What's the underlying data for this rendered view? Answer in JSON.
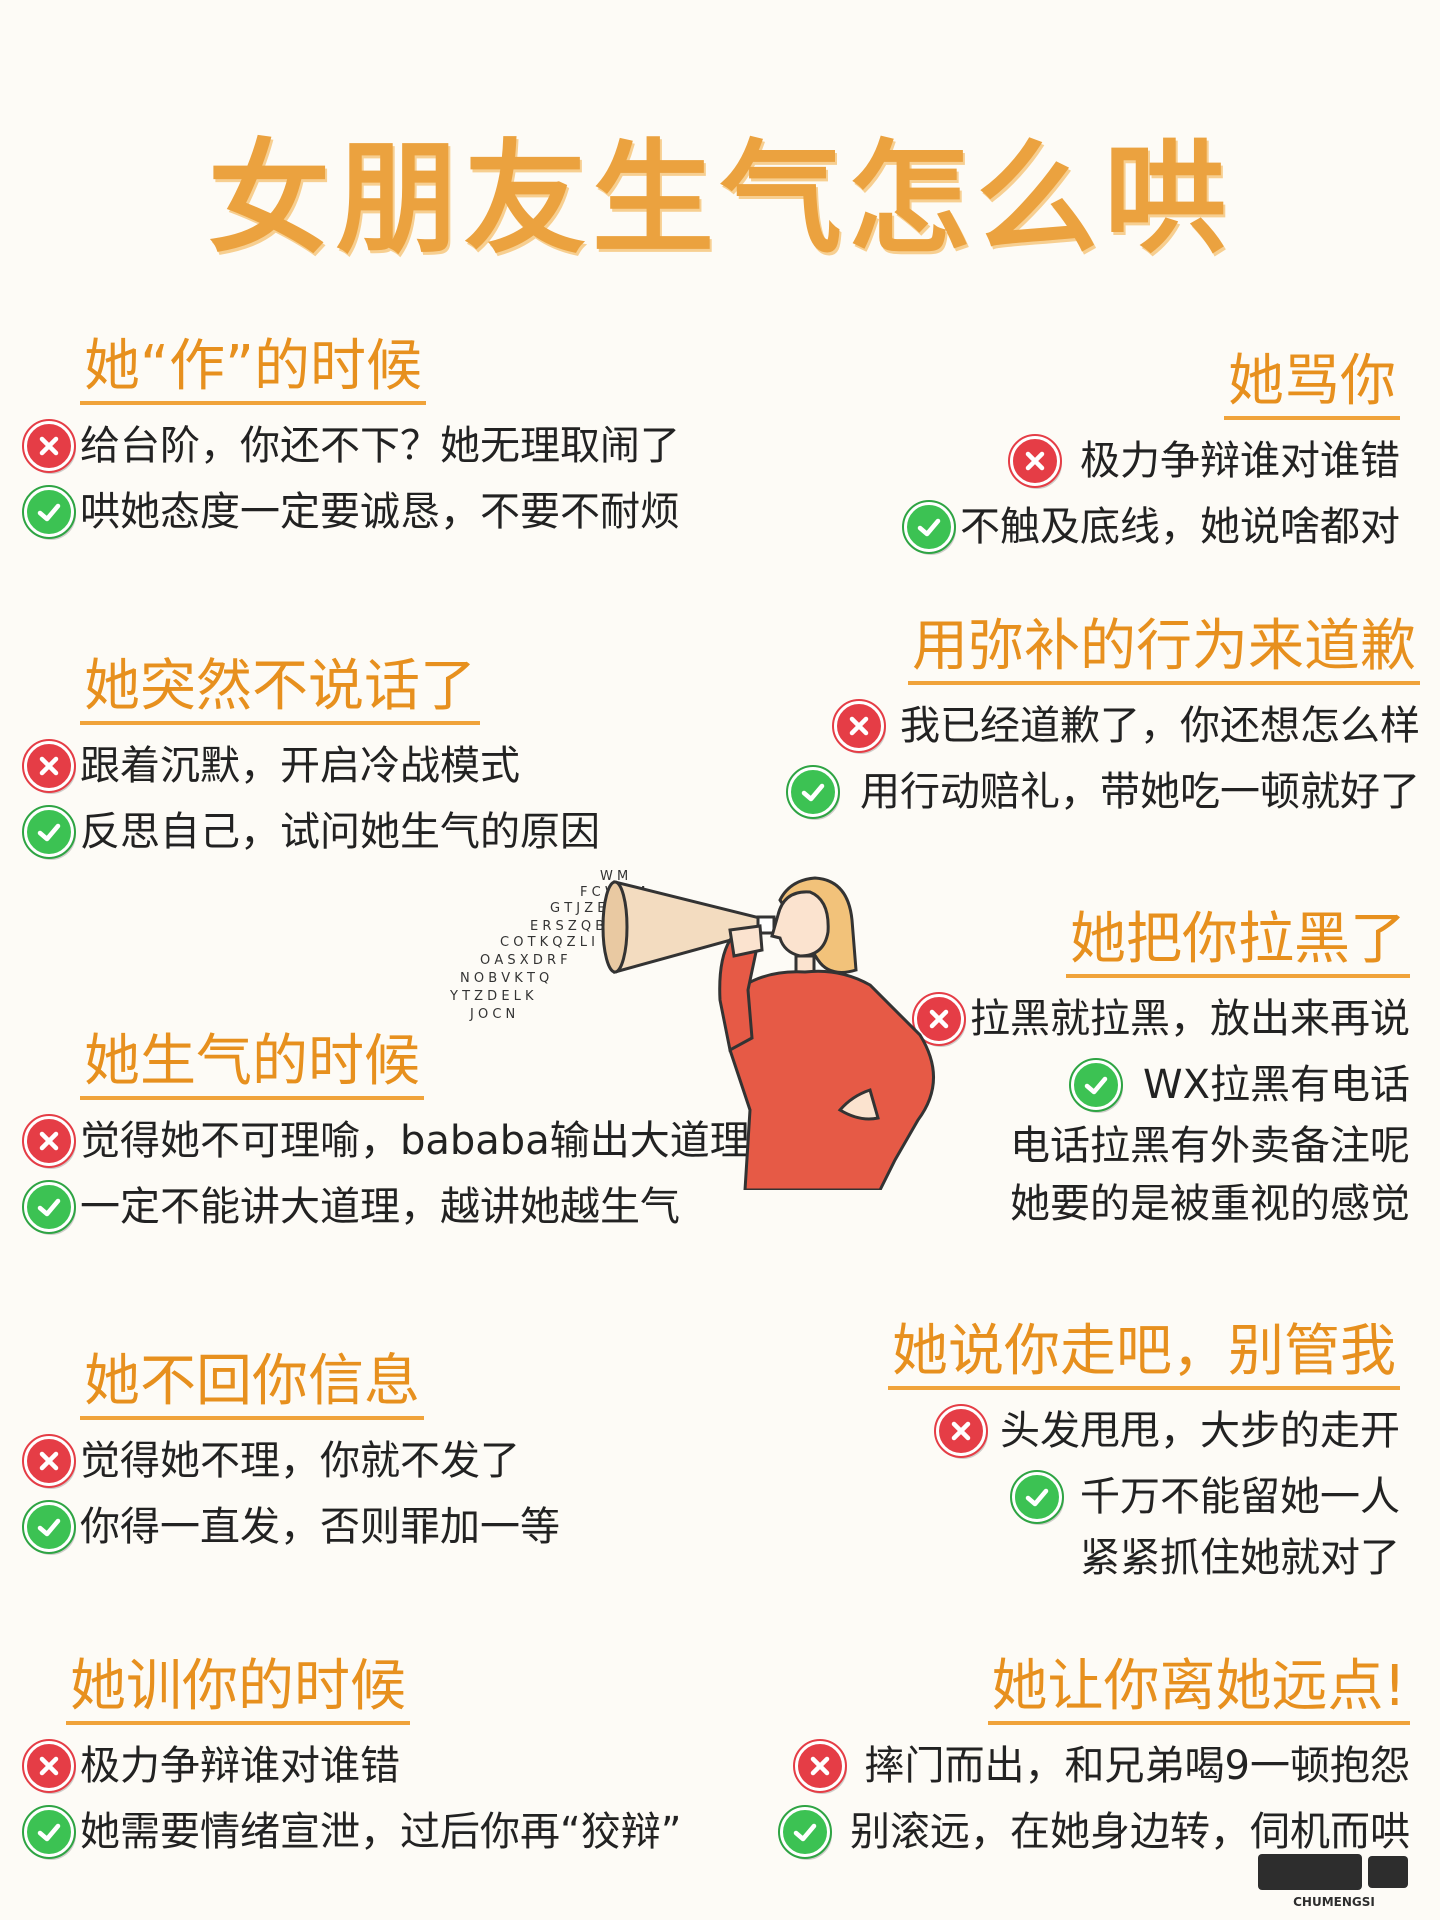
{
  "title": "女朋友生气怎么哄",
  "sections": [
    {
      "heading": "她“作”的时候",
      "items": [
        {
          "type": "x",
          "text": "给台阶，你还不下？她无理取闹了"
        },
        {
          "type": "ok",
          "text": "哄她态度一定要诚恳，不要不耐烦"
        }
      ]
    },
    {
      "heading": "她骂你",
      "items": [
        {
          "type": "x",
          "text": "极力争辩谁对谁错"
        },
        {
          "type": "ok",
          "text": "不触及底线，她说啥都对"
        }
      ]
    },
    {
      "heading": "用弥补的行为来道歉",
      "items": [
        {
          "type": "x",
          "text": "我已经道歉了，你还想怎么样"
        },
        {
          "type": "ok",
          "text": "用行动赔礼，带她吃一顿就好了"
        }
      ]
    },
    {
      "heading": "她突然不说话了",
      "items": [
        {
          "type": "x",
          "text": "跟着沉默，开启冷战模式"
        },
        {
          "type": "ok",
          "text": "反思自己，试问她生气的原因"
        }
      ]
    },
    {
      "heading": "她把你拉黑了",
      "items": [
        {
          "type": "x",
          "text": "拉黑就拉黑，放出来再说"
        },
        {
          "type": "ok",
          "text": "WX拉黑有电话"
        },
        {
          "type": "plain",
          "text": "电话拉黑有外卖备注呢"
        },
        {
          "type": "plain",
          "text": "她要的是被重视的感觉"
        }
      ]
    },
    {
      "heading": "她生气的时候",
      "items": [
        {
          "type": "x",
          "text": "觉得她不可理喻，bababa输出大道理"
        },
        {
          "type": "ok",
          "text": "一定不能讲大道理，越讲她越生气"
        }
      ]
    },
    {
      "heading": "她不回你信息",
      "items": [
        {
          "type": "x",
          "text": "觉得她不理，你就不发了"
        },
        {
          "type": "ok",
          "text": "你得一直发，否则罪加一等"
        }
      ]
    },
    {
      "heading": "她说你走吧，别管我",
      "items": [
        {
          "type": "x",
          "text": "头发甩甩，大步的走开"
        },
        {
          "type": "ok",
          "text": "千万不能留她一人"
        },
        {
          "type": "plain",
          "text": "紧紧抓住她就对了"
        }
      ]
    },
    {
      "heading": "她训你的时候",
      "items": [
        {
          "type": "x",
          "text": "极力争辩谁对谁错"
        },
        {
          "type": "ok",
          "text": "她需要情绪宣泄，过后你再“狡辩”"
        }
      ]
    },
    {
      "heading": "她让你离她远点!",
      "items": [
        {
          "type": "x",
          "text": "摔门而出，和兄弟喝9一顿抱怨"
        },
        {
          "type": "ok",
          "text": "别滚远，在她身边转，伺机而哄"
        }
      ]
    }
  ],
  "watermark": "CHUMENGSI",
  "colors": {
    "heading": "#e7901e",
    "title": "#eba23f",
    "cross": "#e53d46",
    "check": "#3cc253"
  },
  "icons": {
    "x": "cross-circle-icon",
    "ok": "check-circle-icon"
  }
}
